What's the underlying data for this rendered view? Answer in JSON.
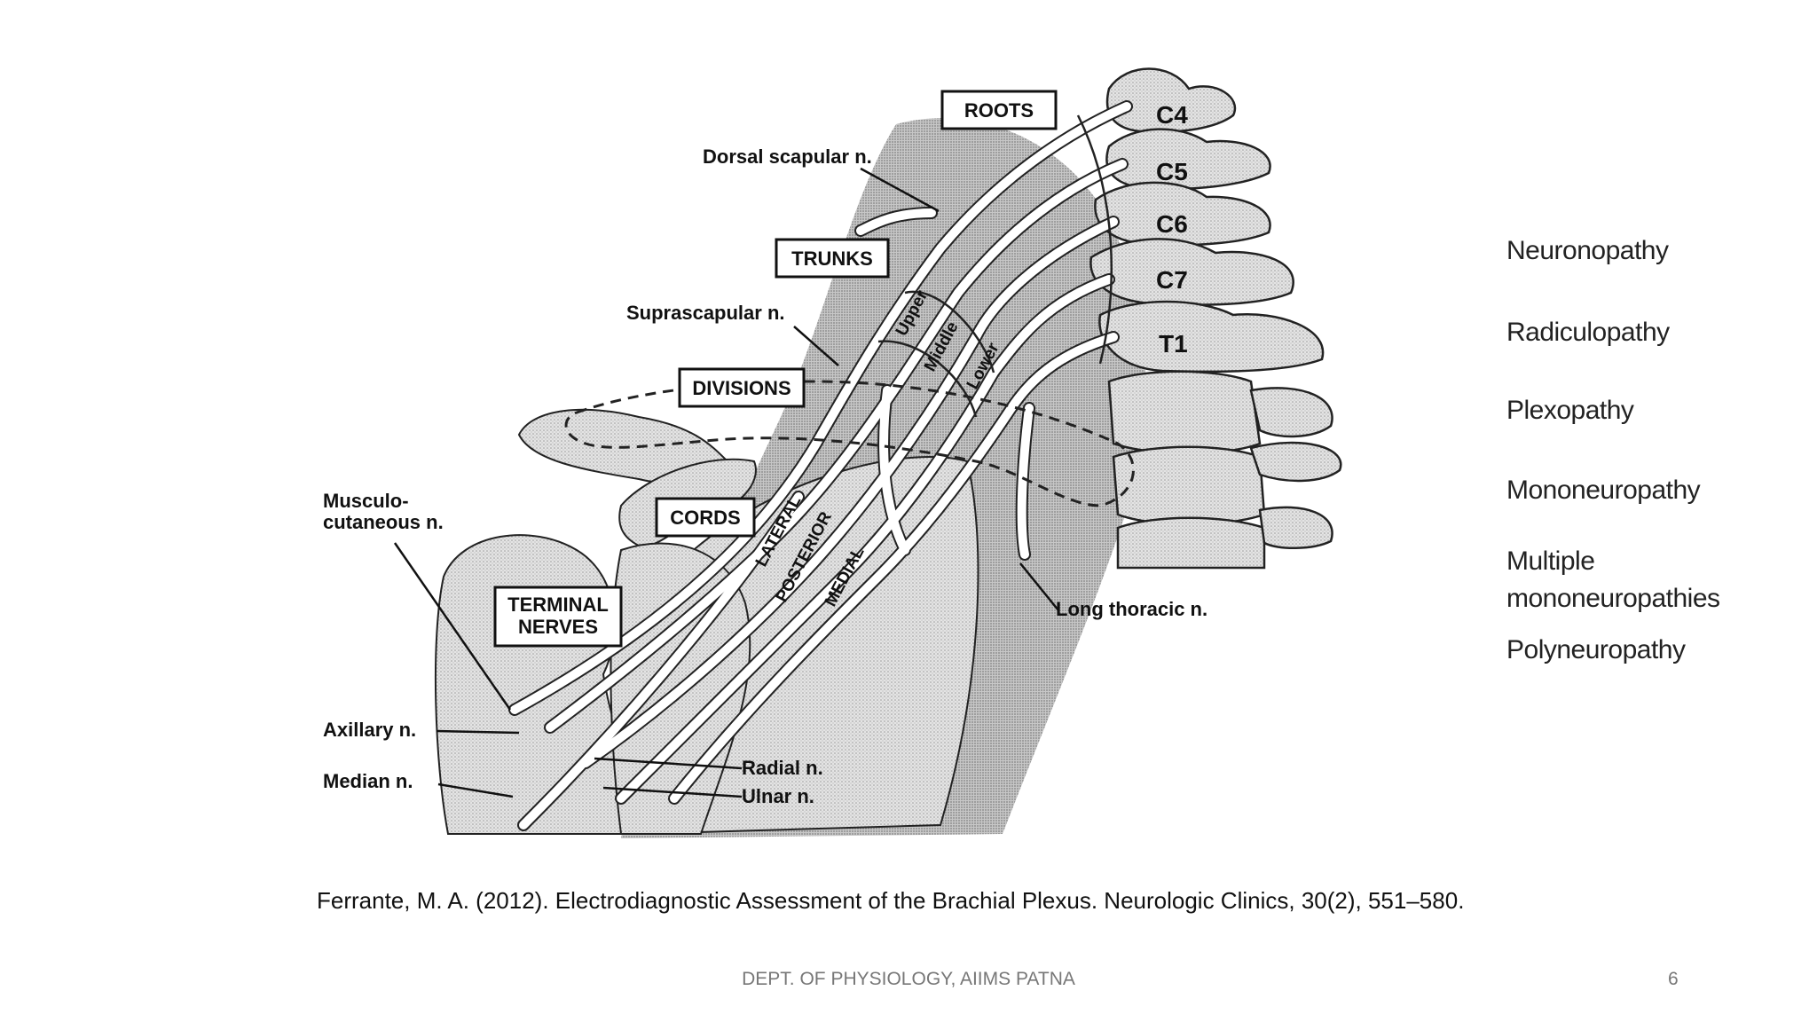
{
  "diagram": {
    "stage_boxes": [
      "ROOTS",
      "TRUNKS",
      "DIVISIONS",
      "CORDS",
      "TERMINAL",
      "NERVES"
    ],
    "vertebrae": [
      "C4",
      "C5",
      "C6",
      "C7",
      "T1"
    ],
    "trunks": [
      "Upper",
      "Middle",
      "Lower"
    ],
    "cords": [
      "LATERAL",
      "POSTERIOR",
      "MEDIAL"
    ],
    "nerves": {
      "dorsal_scapular": "Dorsal scapular n.",
      "suprascapular": "Suprascapular n.",
      "musculo_1": "Musculo-",
      "musculo_2": "cutaneous n.",
      "axillary": "Axillary n.",
      "median": "Median n.",
      "radial": "Radial n.",
      "ulnar": "Ulnar n.",
      "long_thoracic": "Long thoracic n."
    }
  },
  "categories": [
    "Neuronopathy",
    "Radiculopathy",
    "Plexopathy",
    "Mononeuropathy",
    "Multiple",
    "mononeuropathies",
    "Polyneuropathy"
  ],
  "citation": "Ferrante, M. A. (2012). Electrodiagnostic Assessment of the Brachial Plexus. Neurologic Clinics, 30(2), 551–580.",
  "footer": "DEPT. OF PHYSIOLOGY, AIIMS PATNA",
  "page_number": "6"
}
